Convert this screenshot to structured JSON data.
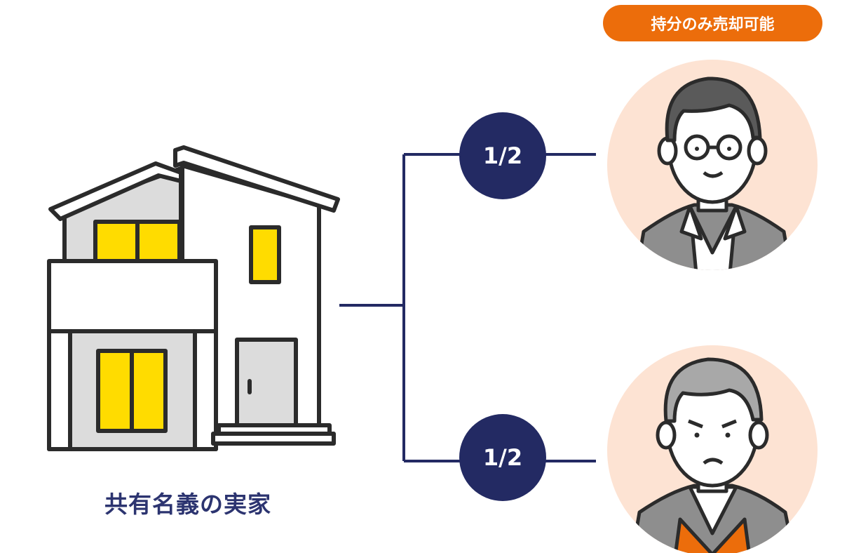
{
  "badge": {
    "label": "持分のみ売却可能"
  },
  "house": {
    "caption": "共有名義の実家"
  },
  "shares": {
    "top": "1/2",
    "bottom": "1/2"
  },
  "colors": {
    "navy": "#232a63",
    "orange": "#ec6d0b",
    "peach": "#fde3d3",
    "window_yellow": "#ffdc00",
    "outline": "#2b2b2b"
  },
  "icons": [
    "house-icon",
    "man-with-glasses-icon",
    "older-man-icon"
  ]
}
